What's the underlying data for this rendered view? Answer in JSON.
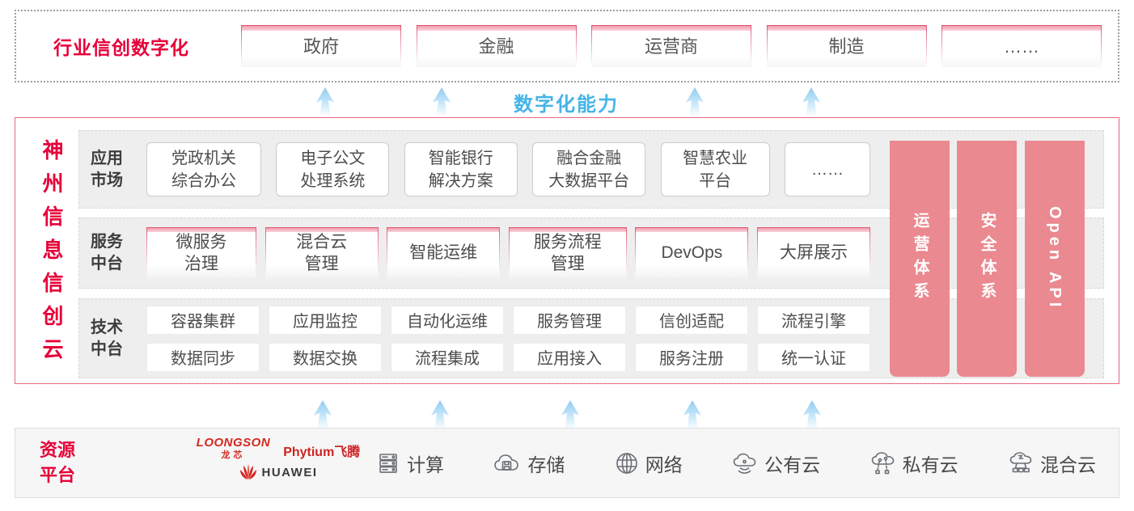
{
  "colors": {
    "accent_red": "#e60039",
    "pillar_salmon": "#ea898f",
    "capability_blue": "#45b4e8",
    "chip_border_pink": "#db4865"
  },
  "top_band": {
    "title": "行业信创数字化",
    "items": [
      "政府",
      "金融",
      "运营商",
      "制造",
      "……"
    ]
  },
  "capability_label": "数字化能力",
  "main": {
    "side_title": "神州信息信创云",
    "rows": [
      {
        "label": "应用\n市场",
        "chips": [
          "党政机关\n综合办公",
          "电子公文\n处理系统",
          "智能银行\n解决方案",
          "融合金融\n大数据平台",
          "智慧农业\n平台",
          "……"
        ]
      },
      {
        "label": "服务\n中台",
        "chips": [
          "微服务\n治理",
          "混合云\n管理",
          "智能运维",
          "服务流程\n管理",
          "DevOps",
          "大屏展示"
        ]
      },
      {
        "label": "技术\n中台",
        "chip_rows": [
          [
            "容器集群",
            "应用监控",
            "自动化运维",
            "服务管理",
            "信创适配",
            "流程引擎"
          ],
          [
            "数据同步",
            "数据交换",
            "流程集成",
            "应用接入",
            "服务注册",
            "统一认证"
          ]
        ]
      }
    ],
    "pillars": [
      "运营体系",
      "安全体系",
      "Open API"
    ]
  },
  "bottom": {
    "title": "资源\n平台",
    "vendors": {
      "loongson": "LOONGSON",
      "loongson_sub": "龙芯",
      "phytium": "Phytium飞腾",
      "huawei": "HUAWEI"
    },
    "resources": [
      {
        "label": "计算",
        "icon": "server-icon"
      },
      {
        "label": "存储",
        "icon": "storage-cloud-icon"
      },
      {
        "label": "网络",
        "icon": "network-globe-icon"
      },
      {
        "label": "公有云",
        "icon": "public-cloud-icon"
      },
      {
        "label": "私有云",
        "icon": "private-cloud-icon"
      },
      {
        "label": "混合云",
        "icon": "hybrid-cloud-icon"
      }
    ]
  }
}
